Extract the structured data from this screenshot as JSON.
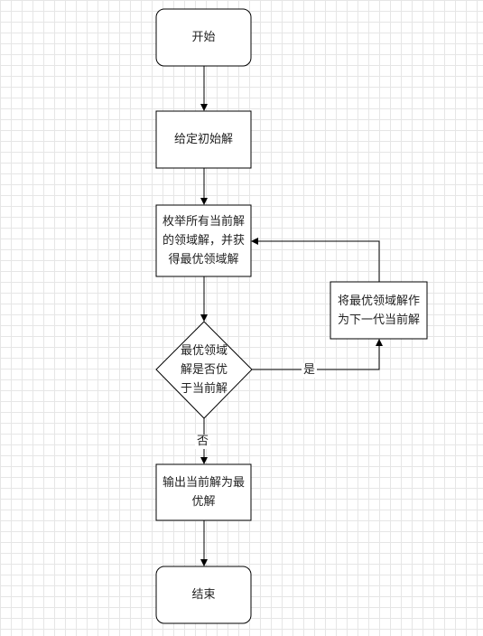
{
  "diagram": {
    "nodes": {
      "start": "开始",
      "init": "给定初始解",
      "enumerate": "枚举所有当前解的领域解，并获得最优领域解",
      "decision": "最优领域解是否优于当前解",
      "update": "将最优领域解作为下一代当前解",
      "output": "输出当前解为最优解",
      "end": "结束"
    },
    "edges": {
      "yes_label": "是",
      "no_label": "否"
    }
  },
  "colors": {
    "stroke": "#000000",
    "fill": "#ffffff",
    "text": "#222222"
  }
}
